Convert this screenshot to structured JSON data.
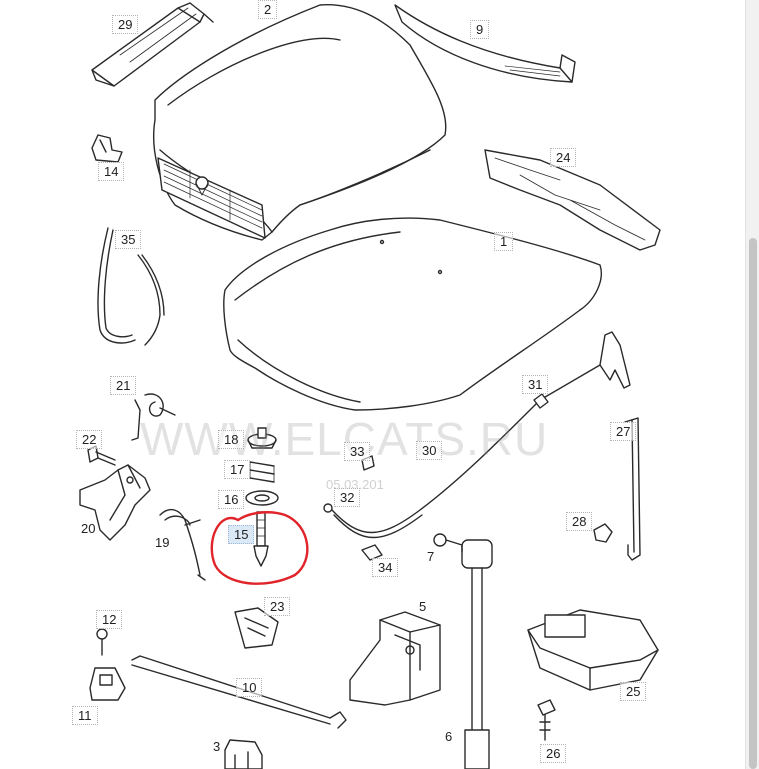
{
  "watermark": {
    "text": "WWW.ELCATS.RU",
    "date": "05.03.201"
  },
  "callouts": {
    "c1": "1",
    "c2": "2",
    "c3": "3",
    "c5": "5",
    "c6": "6",
    "c7": "7",
    "c9": "9",
    "c10": "10",
    "c11": "11",
    "c12": "12",
    "c14": "14",
    "c15": "15",
    "c16": "16",
    "c17": "17",
    "c18": "18",
    "c19": "19",
    "c20": "20",
    "c21": "21",
    "c22": "22",
    "c23": "23",
    "c24": "24",
    "c25": "25",
    "c26": "26",
    "c27": "27",
    "c28": "28",
    "c29": "29",
    "c30": "30",
    "c31": "31",
    "c32": "32",
    "c33": "33",
    "c34": "34",
    "c35": "35"
  },
  "colors": {
    "line": "#2a2a2a",
    "highlight": "#e0242a",
    "label_highlight": "#dbe8f5"
  }
}
